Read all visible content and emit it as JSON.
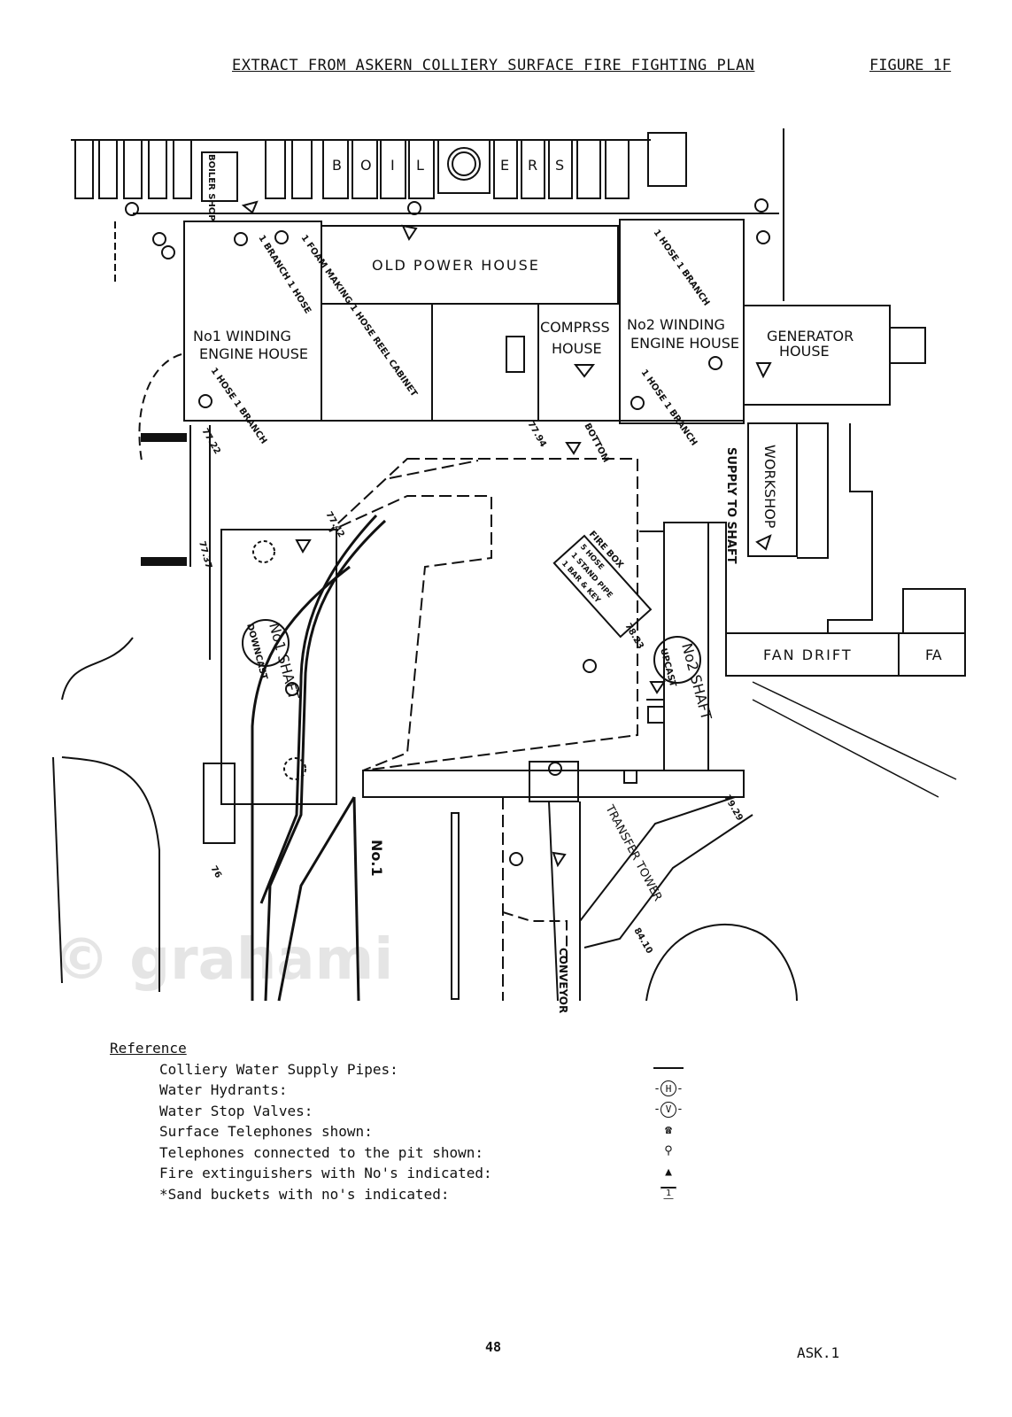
{
  "header": {
    "title": "EXTRACT FROM ASKERN COLLIERY SURFACE FIRE FIGHTING PLAN",
    "figure": "FIGURE 1F"
  },
  "plan": {
    "boilers_letters": [
      "B",
      "O",
      "I",
      "L",
      "E",
      "R",
      "S"
    ],
    "boiler_shop": "BOILER SHOP",
    "old_power_house": "OLD POWER HOUSE",
    "no1_winding": [
      "No1 WINDING",
      "ENGINE HOUSE"
    ],
    "no2_winding": [
      "No2 WINDING",
      "ENGINE HOUSE"
    ],
    "compressor": [
      "COMPRSS",
      "HOUSE"
    ],
    "generator": [
      "GENERATOR",
      "HOUSE"
    ],
    "workshop": "WORKSHOP",
    "fan_drift": "FAN DRIFT",
    "fan_drift_2": "FA",
    "supply_to_shaft": "SUPPLY TO SHAFT",
    "no1_shaft": "No1 SHAFT",
    "no1_shaft_sub": "DOWNCAST",
    "no2_shaft": "No2 SHAFT",
    "no2_shaft_sub": "UPCAST",
    "transfer_tower": "TRANSFER TOWER",
    "conveyor": "CONVEYOR",
    "no1_track": "No.1",
    "branch_hose": "1 BRANCH 1 HOSE",
    "foam_cabinet": "1 FOAM MAKING 1 HOSE REEL CABINET",
    "hose_branch": "1 HOSE 1 BRANCH",
    "fire_box": "FIRE BOX",
    "fire_box_contents": [
      "5 HOSE",
      "1 STAND PIPE",
      "1 BAR & KEY"
    ],
    "bottom": "BOTTOM",
    "levels": [
      "77.22",
      "77.37",
      "77.94",
      "77.42",
      "78.23",
      "79.29",
      "84.10",
      "76"
    ],
    "watermark": "© grahami"
  },
  "legend": {
    "heading": "Reference",
    "items": [
      {
        "label": "Colliery Water Supply Pipes:",
        "symbol": "pipe-line"
      },
      {
        "label": "Water Hydrants:",
        "symbol": "H"
      },
      {
        "label": "Water Stop Valves:",
        "symbol": "V"
      },
      {
        "label": "Surface Telephones shown:",
        "symbol": "telephone"
      },
      {
        "label": "Telephones connected to the pit shown:",
        "symbol": "pit-telephone"
      },
      {
        "label": "Fire extinguishers with No's indicated:",
        "symbol": "triangle"
      },
      {
        "label": "*Sand buckets with no's indicated:",
        "symbol": "bucket"
      }
    ],
    "sym_H": "H",
    "sym_V": "V",
    "sym_bucket": "1"
  },
  "footer": {
    "page": "48",
    "ref": "ASK.1"
  }
}
